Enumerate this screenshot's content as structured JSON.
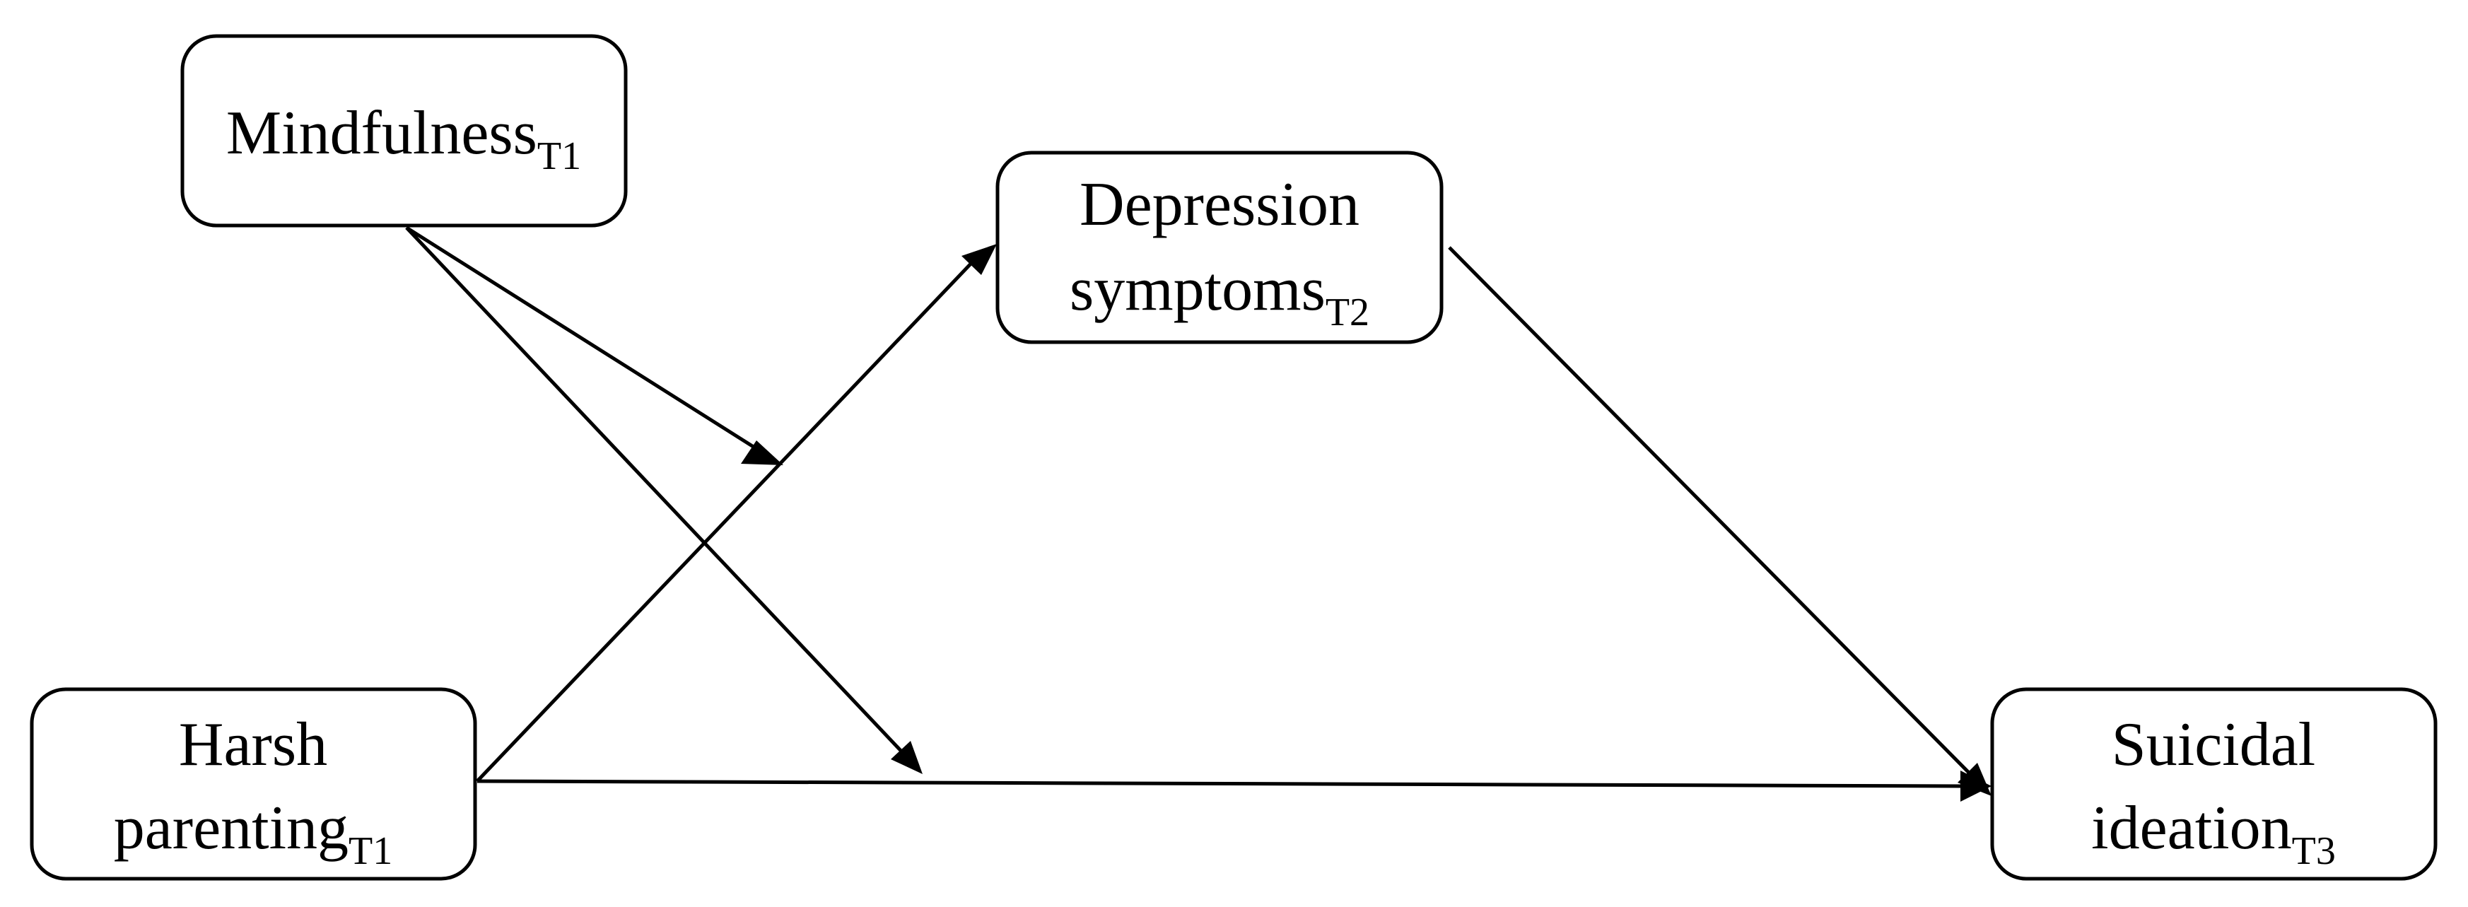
{
  "diagram": {
    "nodes": {
      "mindfulness": {
        "label": "Mindfulness",
        "subscript": "T1"
      },
      "depression": {
        "line1": "Depression",
        "line2": "symptoms",
        "subscript": "T2"
      },
      "harsh": {
        "line1": "Harsh",
        "line2": "parenting",
        "subscript": "T1"
      },
      "suicidal": {
        "line1": "Suicidal",
        "line2": "ideation",
        "subscript": "T3"
      }
    },
    "edges": [
      {
        "from": "harsh",
        "to": "depression"
      },
      {
        "from": "depression",
        "to": "suicidal"
      },
      {
        "from": "harsh",
        "to": "suicidal"
      },
      {
        "from": "mindfulness",
        "to": "harsh-depression-path",
        "type": "moderation"
      },
      {
        "from": "mindfulness",
        "to": "harsh-suicidal-path",
        "type": "moderation"
      }
    ],
    "colors": {
      "line": "#000000",
      "box_fill": "#ffffff",
      "background": "#ffffff"
    }
  }
}
